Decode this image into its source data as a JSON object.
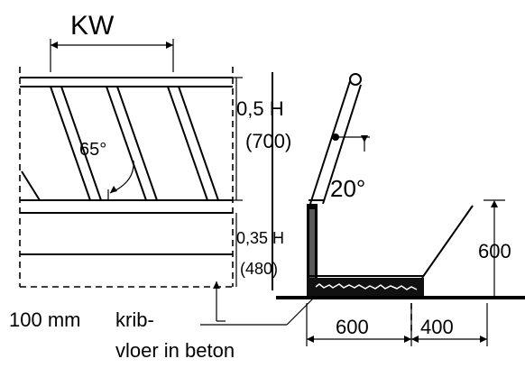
{
  "labels": {
    "kw": "KW",
    "half_h": "0,5 H",
    "half_h_mm": "(700)",
    "angle_65": "65°",
    "angle_20": "20°",
    "h_035": "0,35 H",
    "h_035_mm": "(480)",
    "dim_600_vertical": "600",
    "dim_600_horizontal": "600",
    "dim_400": "400",
    "depth_100mm": "100 mm",
    "krib_line1": "krib-",
    "krib_line2": "vloer in beton"
  }
}
